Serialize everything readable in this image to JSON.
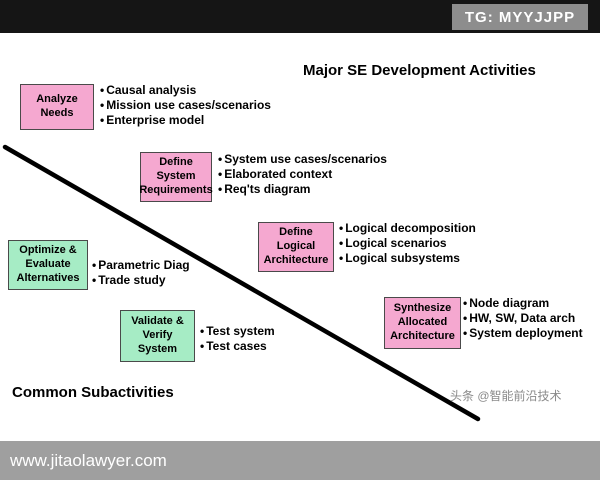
{
  "top_bar": {
    "badge": "TG: MYYJJPP"
  },
  "diagram": {
    "title": "Major SE Development Activities",
    "common_label": "Common Subactivities",
    "watermark": "头条 @智能前沿技术"
  },
  "footer": {
    "url": "www.jitaolawyer.com"
  },
  "colors": {
    "pink_box": "#f5a8d0",
    "green_box": "#a6ecc5",
    "top_bar": "#151515",
    "bottom_bar": "#9f9f9f"
  },
  "activities": [
    {
      "id": "analyze-needs",
      "label": "Analyze\nNeeds",
      "color": "pink",
      "bullets": [
        "Causal analysis",
        "Mission use cases/scenarios",
        "Enterprise model"
      ]
    },
    {
      "id": "define-system-requirements",
      "label": "Define\nSystem\nRequirements",
      "color": "pink",
      "bullets": [
        "System use cases/scenarios",
        "Elaborated context",
        "Req'ts diagram"
      ]
    },
    {
      "id": "define-logical-architecture",
      "label": "Define\nLogical\nArchitecture",
      "color": "pink",
      "bullets": [
        "Logical decomposition",
        "Logical scenarios",
        "Logical subsystems"
      ]
    },
    {
      "id": "optimize-evaluate-alternatives",
      "label": "Optimize &\nEvaluate\nAlternatives",
      "color": "green",
      "bullets": [
        "Parametric Diag",
        "Trade study"
      ]
    },
    {
      "id": "validate-verify-system",
      "label": "Validate &\nVerify\nSystem",
      "color": "green",
      "bullets": [
        "Test system",
        "Test cases"
      ]
    },
    {
      "id": "synthesize-allocated-architecture",
      "label": "Synthesize\nAllocated\nArchitecture",
      "color": "pink",
      "bullets": [
        "Node diagram",
        "HW, SW, Data arch",
        "System deployment"
      ]
    }
  ]
}
